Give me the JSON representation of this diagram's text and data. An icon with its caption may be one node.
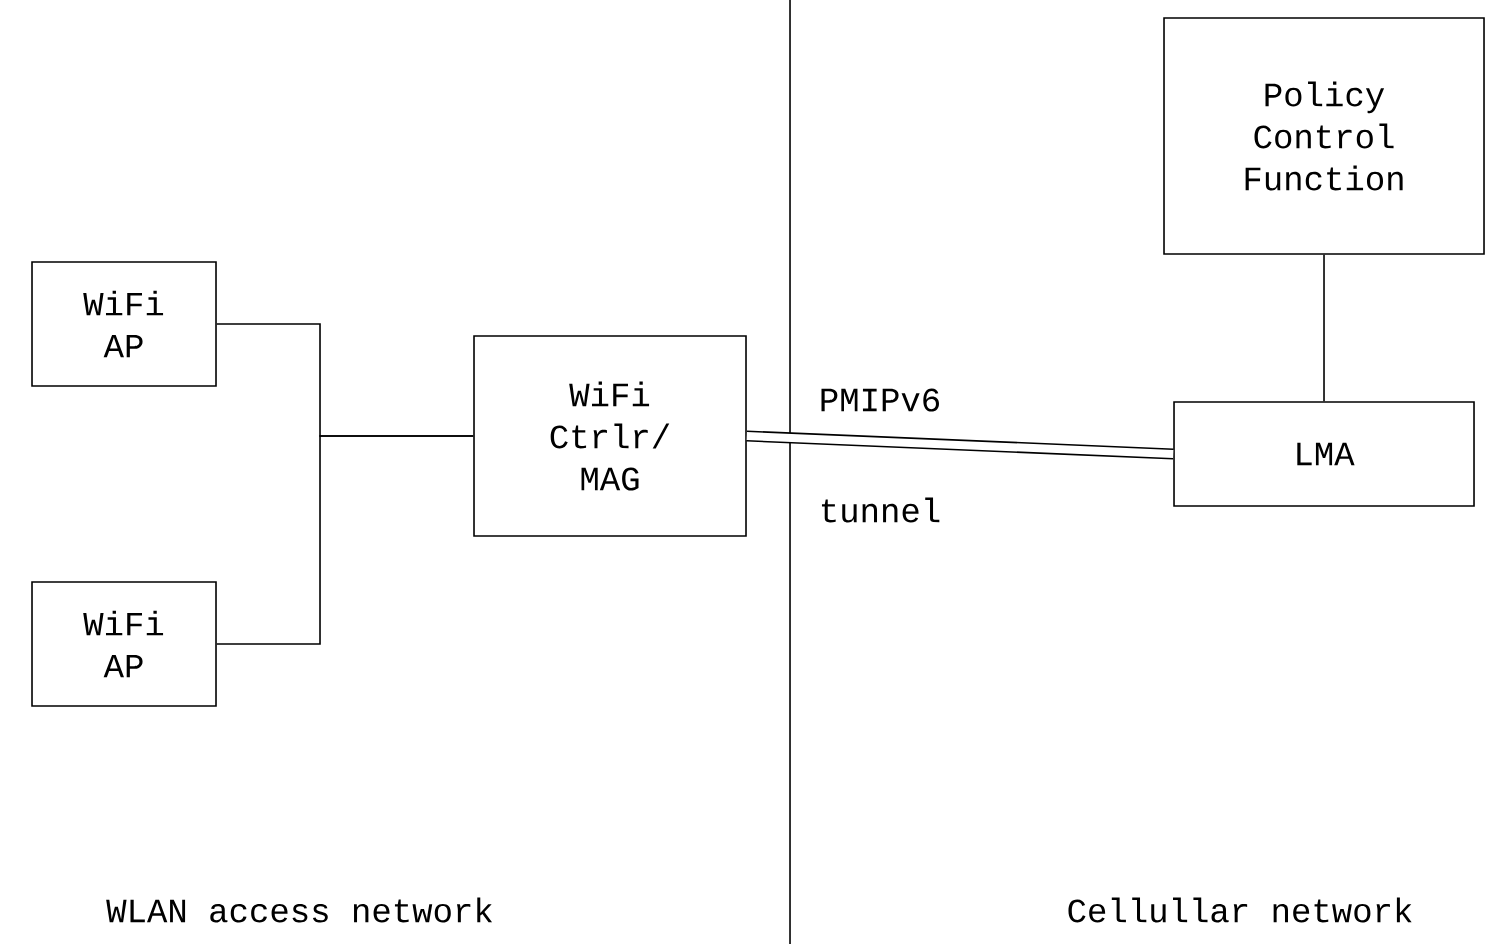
{
  "diagram": {
    "nodes": [
      {
        "text": [
          "Policy Control Function"
        ]
      },
      {
        "text": [
          "WiFi AP"
        ]
      },
      {
        "text": [
          "WiFi Ctrlr/ MAG"
        ]
      },
      {
        "text": [
          "LMA"
        ]
      },
      {
        "text": [
          "WiFi AP"
        ]
      }
    ],
    "edges": [
      {
        "from": 1,
        "to": 2,
        "arrow": "none"
      },
      {
        "from": 4,
        "to": 2,
        "arrow": "none"
      },
      {
        "from": 2,
        "to": 3,
        "arrow": "none",
        "style": "thick"
      },
      {
        "from": 0,
        "to": 3,
        "arrow": "none"
      }
    ],
    "labels": [
      "PMIPv6",
      "tunnel",
      "WLAN access network",
      "Cellullar network"
    ]
  }
}
